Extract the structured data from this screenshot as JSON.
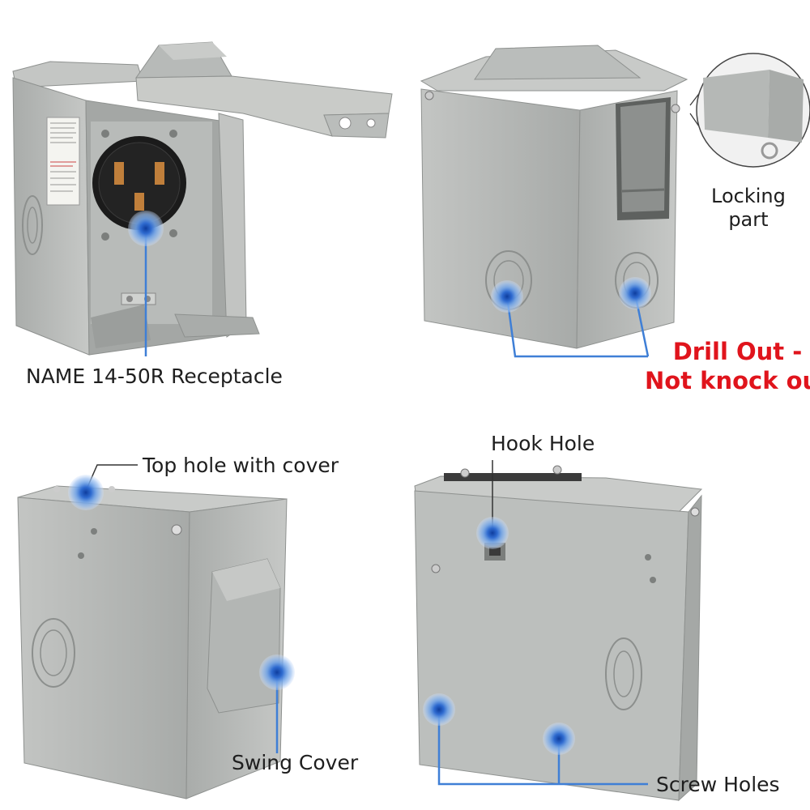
{
  "callouts": {
    "receptacle": "NAME 14-50R Receptacle",
    "locking": [
      "Locking",
      "part"
    ],
    "drill": [
      "Drill Out -",
      "Not knock out"
    ],
    "top_hole": "Top hole with cover",
    "swing_cover": "Swing Cover",
    "hook_hole": "Hook Hole",
    "screw_holes": "Screw Holes"
  },
  "colors": {
    "box": "#b9bcba",
    "marker": "#3f7fd6",
    "warning_text": "#e0141c",
    "receptacle": "#1b1b1b"
  },
  "icons": {
    "marker": "concentric-blue-circle",
    "receptacle": "nema-14-50r-outlet"
  }
}
